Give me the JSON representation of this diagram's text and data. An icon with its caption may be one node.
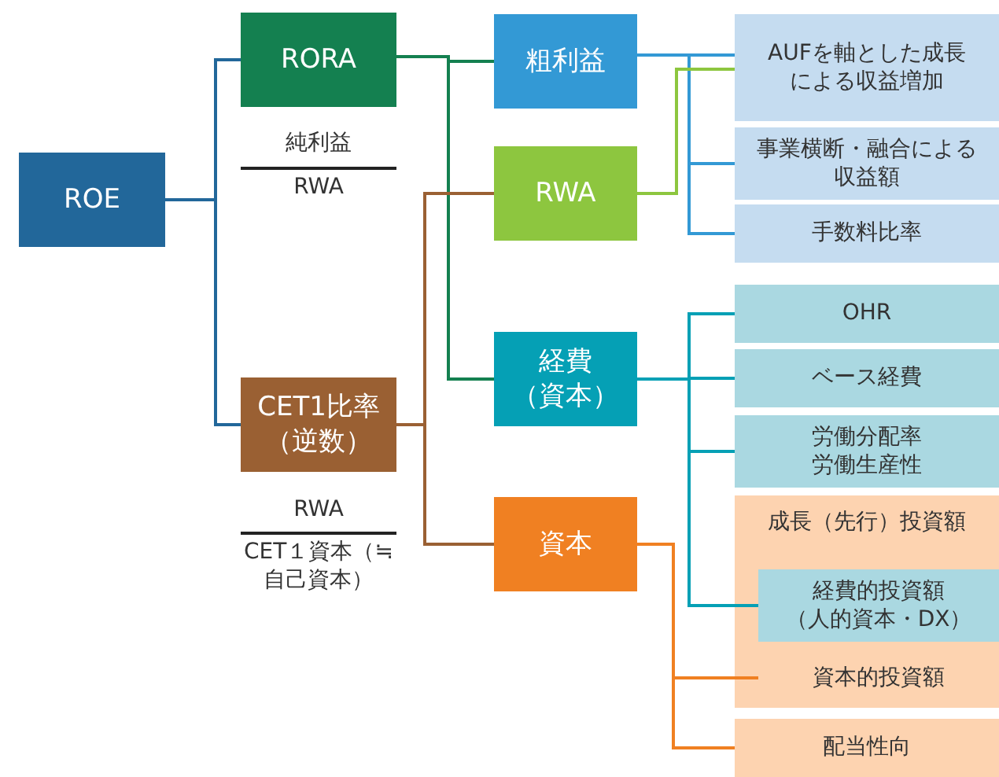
{
  "diagram": {
    "nodes": [
      {
        "text": [
          "ROE"
        ]
      },
      {
        "text": [
          "RORA"
        ]
      },
      {
        "text": [
          "CET1比率（逆数）"
        ]
      },
      {
        "text": [
          "粗利益"
        ]
      },
      {
        "text": [
          "RWA"
        ]
      },
      {
        "text": [
          "経費（資本）"
        ]
      },
      {
        "text": [
          "資本"
        ]
      },
      {
        "text": [
          "AUFを軸とした成長による収益増加"
        ]
      },
      {
        "text": [
          "事業横断・融合による収益額"
        ]
      },
      {
        "text": [
          "手数料比率"
        ]
      },
      {
        "text": [
          "OHR"
        ]
      },
      {
        "text": [
          "ベース経費"
        ]
      },
      {
        "text": [
          "労働分配率労働生産性"
        ]
      },
      {
        "text": [
          "成長（先行）投資額"
        ]
      },
      {
        "text": [
          "経費的投資額（人的資本・DX）"
        ],
        "in": 13
      },
      {
        "text": [
          "資本的投資額"
        ],
        "in": 13
      },
      {
        "text": [
          "配当性向"
        ]
      }
    ],
    "edges": [
      {
        "from": 0,
        "to": 1,
        "arrow": "none",
        "color": "#22679a"
      },
      {
        "from": 0,
        "to": 2,
        "arrow": "none",
        "color": "#22679a"
      },
      {
        "from": 1,
        "to": 3,
        "arrow": "none",
        "color": "#148050"
      },
      {
        "from": 1,
        "to": 4,
        "arrow": "none",
        "color": "#148050"
      },
      {
        "from": 1,
        "to": 5,
        "arrow": "none",
        "color": "#148050"
      },
      {
        "from": 2,
        "to": 4,
        "arrow": "none",
        "color": "#9a6033"
      },
      {
        "from": 2,
        "to": 6,
        "arrow": "none",
        "color": "#9a6033"
      },
      {
        "from": 3,
        "to": 7,
        "arrow": "none",
        "color": "#3399d5"
      },
      {
        "from": 3,
        "to": 8,
        "arrow": "none",
        "color": "#3399d5"
      },
      {
        "from": 3,
        "to": 9,
        "arrow": "none",
        "color": "#3399d5"
      },
      {
        "from": 4,
        "to": 7,
        "arrow": "none",
        "color": "#8dc63f"
      },
      {
        "from": 5,
        "to": 10,
        "arrow": "none",
        "color": "#05a0b5"
      },
      {
        "from": 5,
        "to": 11,
        "arrow": "none",
        "color": "#05a0b5"
      },
      {
        "from": 5,
        "to": 12,
        "arrow": "none",
        "color": "#05a0b5"
      },
      {
        "from": 5,
        "to": 14,
        "arrow": "none",
        "color": "#05a0b5"
      },
      {
        "from": 6,
        "to": 15,
        "arrow": "none",
        "color": "#f08022"
      },
      {
        "from": 6,
        "to": 16,
        "arrow": "none",
        "color": "#f08022"
      }
    ],
    "labels": [
      "純利益",
      "RWA",
      "RWA",
      "CET１資本（≒自己資本）"
    ]
  }
}
